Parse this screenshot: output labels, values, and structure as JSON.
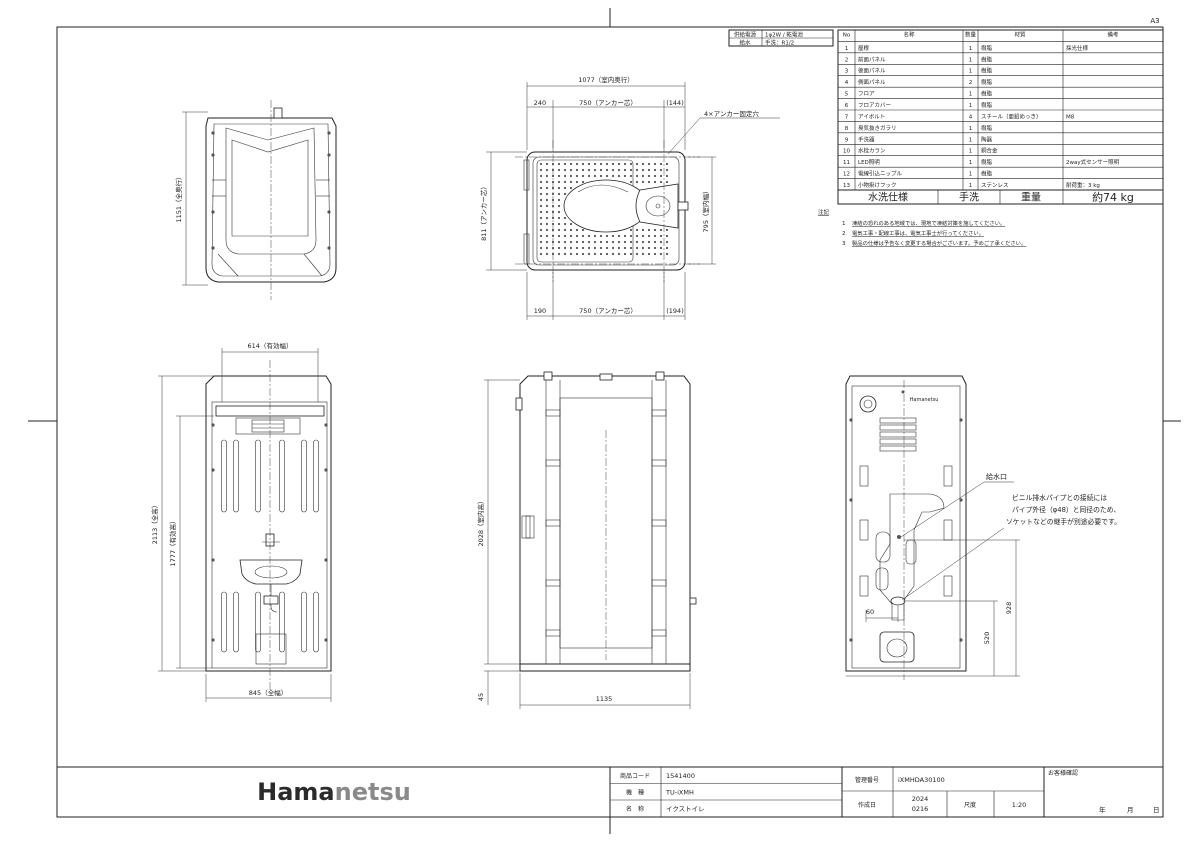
{
  "sheet_size": "A3",
  "spec_table": {
    "rows": [
      {
        "label": "供給電源",
        "value": "1φ2W / 乾電池"
      },
      {
        "label": "給水",
        "value": "手洗：R1/2"
      }
    ]
  },
  "parts_table": {
    "headers": [
      "No",
      "名称",
      "数量",
      "材質",
      "備考"
    ],
    "rows": [
      [
        "1",
        "屋根",
        "1",
        "樹脂",
        "採光仕様"
      ],
      [
        "2",
        "前面パネル",
        "1",
        "樹脂",
        ""
      ],
      [
        "3",
        "後面パネル",
        "1",
        "樹脂",
        ""
      ],
      [
        "4",
        "側面パネル",
        "2",
        "樹脂",
        ""
      ],
      [
        "5",
        "フロア",
        "1",
        "樹脂",
        ""
      ],
      [
        "6",
        "フロアカバー",
        "1",
        "樹脂",
        ""
      ],
      [
        "7",
        "アイボルト",
        "4",
        "スチール（亜鉛めっき）",
        "M8"
      ],
      [
        "8",
        "臭気抜きガラリ",
        "1",
        "樹脂",
        ""
      ],
      [
        "9",
        "手洗器",
        "1",
        "陶器",
        ""
      ],
      [
        "10",
        "水栓カラン",
        "1",
        "銅合金",
        ""
      ],
      [
        "11",
        "LED照明",
        "1",
        "樹脂",
        "2way式センサー照明"
      ],
      [
        "12",
        "電線引込ニップル",
        "1",
        "樹脂",
        ""
      ],
      [
        "13",
        "小物掛けフック",
        "1",
        "ステンレス",
        "耐荷重：3 kg"
      ]
    ],
    "summary": {
      "spec": "水洗仕様",
      "wash": "手洗",
      "weight_label": "重量",
      "weight_value": "約74 kg"
    }
  },
  "notes": {
    "title": "注記",
    "items": [
      {
        "no": "1",
        "text": "凍結の恐れのある地域では、現地で凍結対策を施してください。"
      },
      {
        "no": "2",
        "text": "電気工事・配線工事は、電気工事士が行ってください。"
      },
      {
        "no": "3",
        "text": "製品の仕様は予告なく変更する場合がございます。予めご了承ください。"
      }
    ]
  },
  "dimensions": {
    "interior_depth": "1077（室内奥行）",
    "top_240": "240",
    "anchor_center": "750（アンカー芯）",
    "top_144": "(144)",
    "anchor_holes": "4×アンカー固定穴",
    "anchor_811": "811（アンカー芯）",
    "interior_width_795": "795（室内幅）",
    "bottom_190": "190",
    "bottom_194": "(194)",
    "total_depth_1151": "1151（全奥行）",
    "effective_width_614": "614（有効幅）",
    "total_height_2113": "2113（全高）",
    "effective_height_1777": "1777（有効高）",
    "total_width_845": "845（全幅）",
    "interior_height_2028": "2028（室内高）",
    "base_45": "45",
    "width_1135": "1135",
    "supply_port": "給水口",
    "pipe_note_1": "ビニル排水パイプとの接続には",
    "pipe_note_2": "パイプ外径（φ48）と同径のため、",
    "pipe_note_3": "ソケットなどの継手が別途必要です。",
    "dim_60": "60",
    "dim_928": "928",
    "dim_520": "520"
  },
  "back_logo": "Hamanetsu",
  "title_block": {
    "logo_dark": "Hama",
    "logo_light": "netsu",
    "brand_color_dark": "#2b2b2b",
    "brand_color_light": "#8a8a8a",
    "product_code_label": "商品コード",
    "product_code": "1541400",
    "model_label": "機　種",
    "model": "TU-iXMH",
    "name_label": "名　称",
    "name": "イクストイレ",
    "mgmt_label": "管理番号",
    "mgmt_no": "iXMHDA30100",
    "date_label": "作成日",
    "date_year": "2024",
    "date_md": "0216",
    "scale_label": "尺度",
    "scale": "1:20",
    "confirm_label": "お客様確認",
    "year_label": "年",
    "month_label": "月",
    "day_label": "日"
  }
}
